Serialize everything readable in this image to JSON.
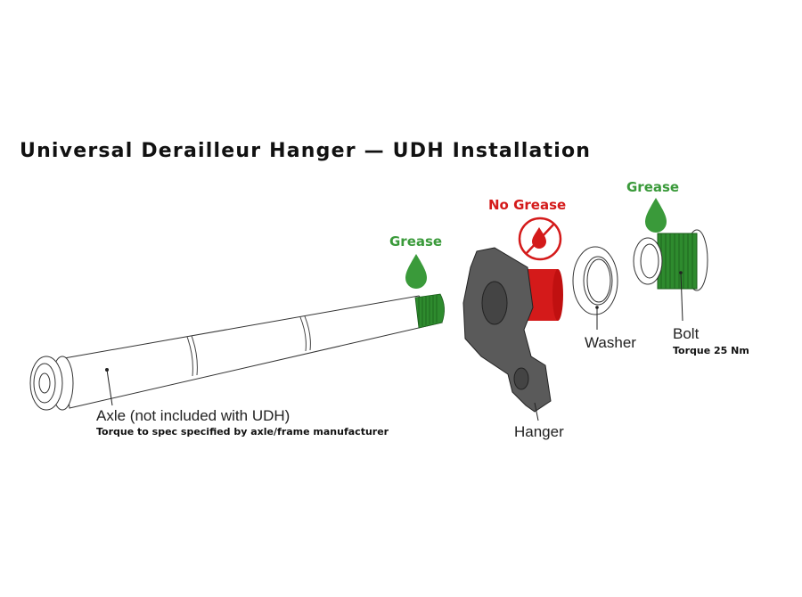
{
  "title": "Universal Derailleur Hanger — UDH Installation",
  "labels": {
    "grease_axle": "Grease",
    "no_grease": "No Grease",
    "grease_bolt": "Grease",
    "washer": "Washer",
    "bolt": "Bolt",
    "bolt_torque": "Torque 25 Nm",
    "hanger": "Hanger",
    "axle": "Axle (not included with UDH)",
    "axle_torque": "Torque to spec specified by axle/frame manufacturer"
  },
  "colors": {
    "grease_green": "#3a9a3a",
    "thread_green": "#2e8b2e",
    "no_grease_red": "#d41a1a",
    "hanger_gray": "#555555"
  }
}
